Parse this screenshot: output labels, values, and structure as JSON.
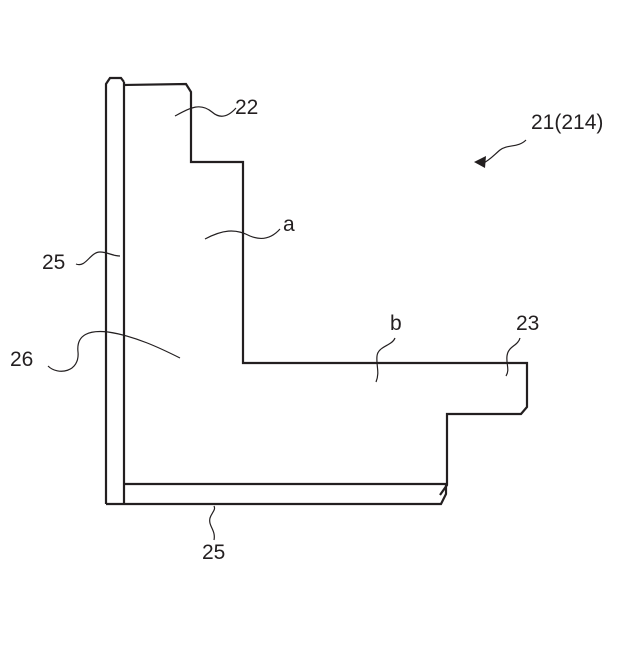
{
  "labels": {
    "assembly": "21(214)",
    "part_22": "22",
    "region_a": "a",
    "part_25_left": "25",
    "part_26": "26",
    "region_b": "b",
    "part_23": "23",
    "part_25_bottom": "25"
  },
  "colors": {
    "line": "#231f20",
    "background": "#ffffff"
  },
  "icons": {
    "assembly_pointer": "arrow-icon"
  }
}
